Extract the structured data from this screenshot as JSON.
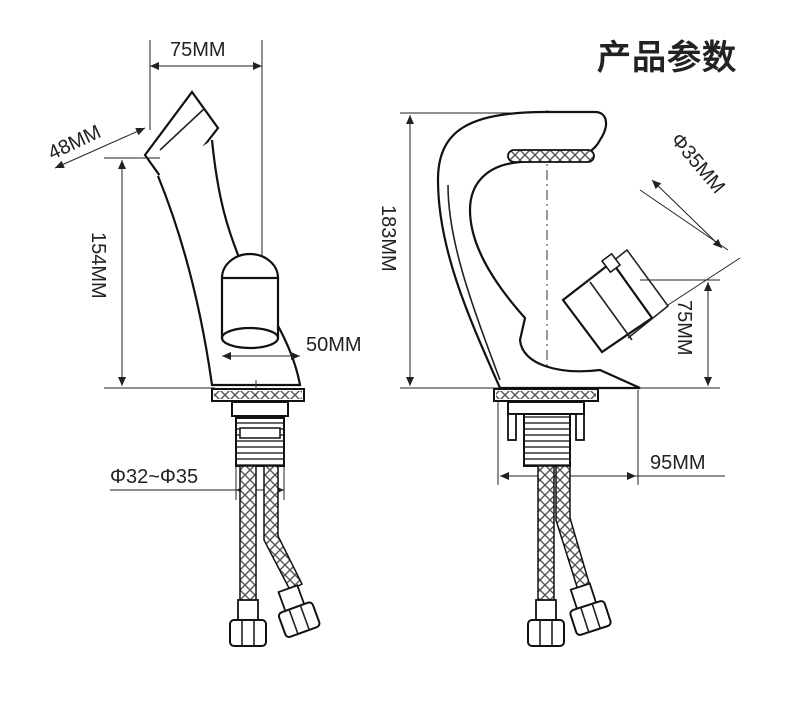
{
  "title": "产品参数",
  "left_view": {
    "width_label": "75MM",
    "spout_label": "48MM",
    "height_label": "154MM",
    "base_label": "50MM",
    "pipe_label": "Φ32~Φ35"
  },
  "right_view": {
    "height_label": "183MM",
    "handle_diameter_label": "Φ35MM",
    "handle_height_label": "75MM",
    "depth_label": "95MM"
  }
}
